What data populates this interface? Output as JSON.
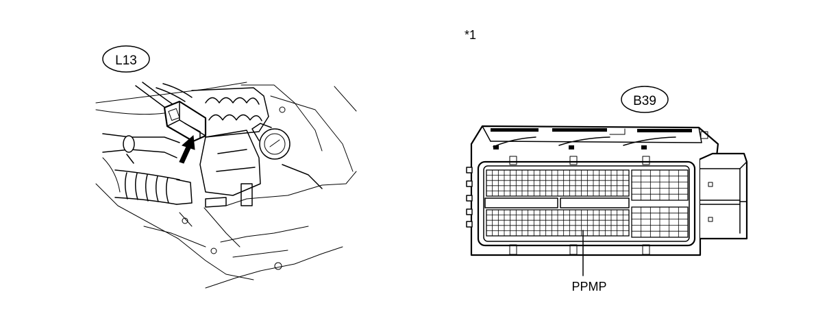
{
  "figure": {
    "left_connector_label": "L13",
    "right_connector_label": "B39",
    "callout_marker": "*1",
    "terminal_label": "PPMP"
  }
}
